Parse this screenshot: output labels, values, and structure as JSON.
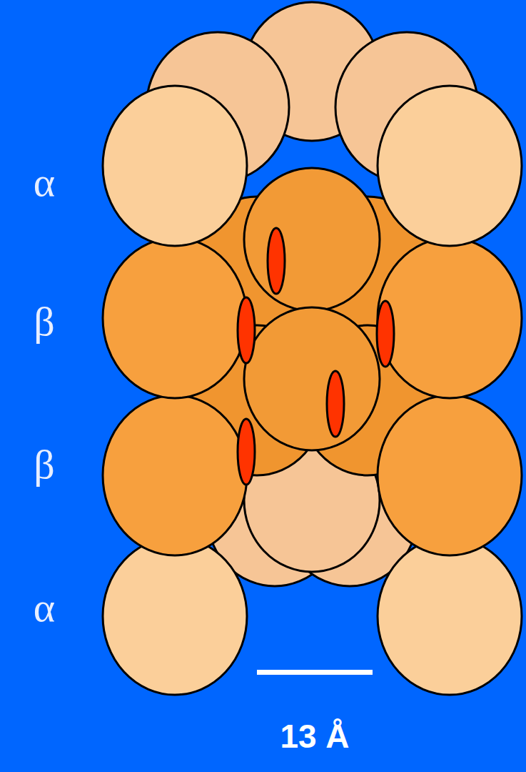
{
  "diagram": {
    "labels": [
      "α",
      "β",
      "β",
      "α",
      "13 Å"
    ]
  }
}
